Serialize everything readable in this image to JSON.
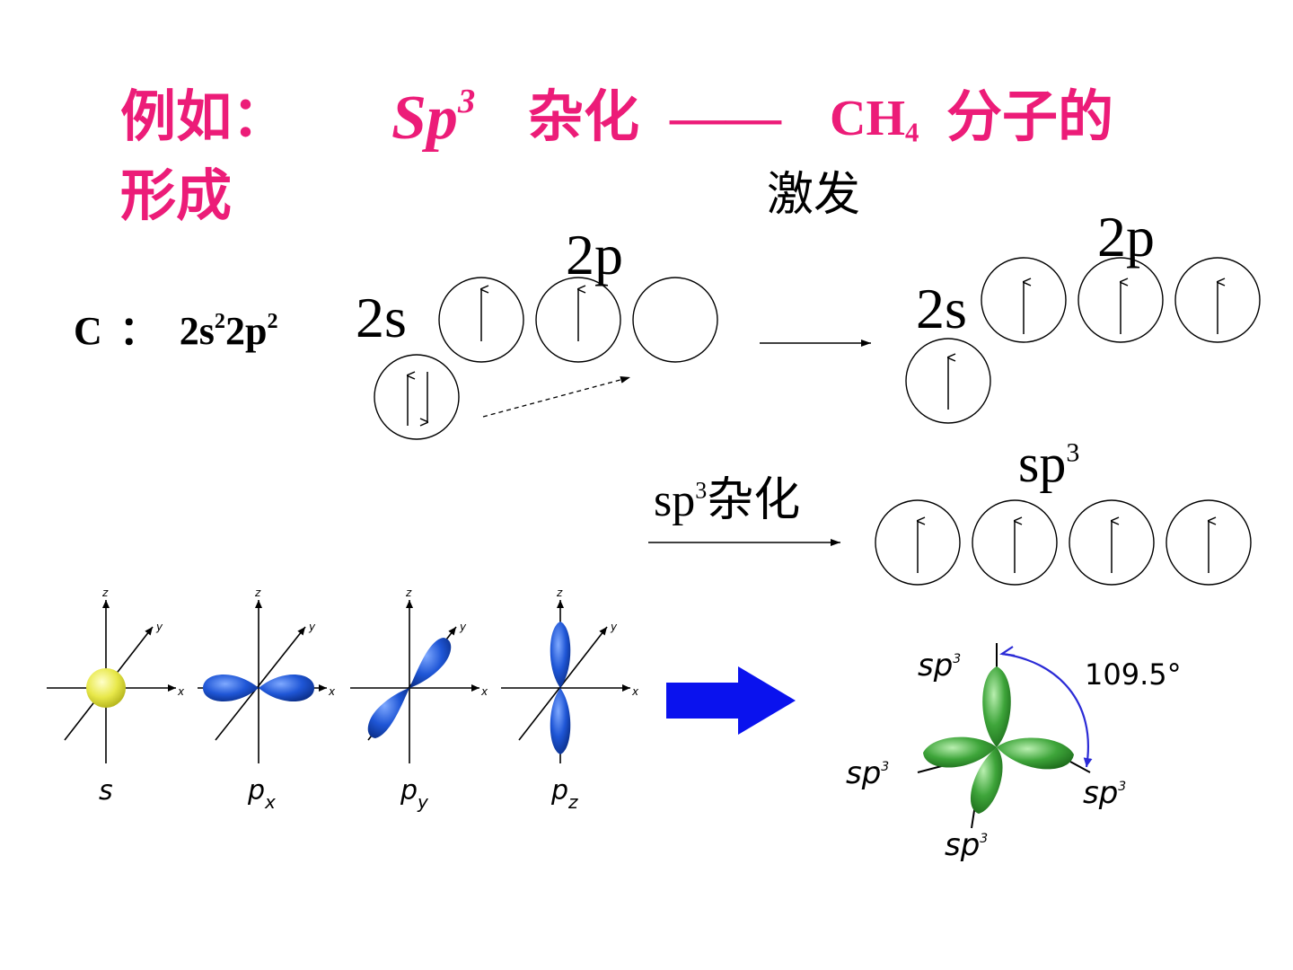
{
  "title": {
    "prefix": "例如：",
    "sp": "Sp",
    "sp_sup": "3",
    "hybrid": "杂化",
    "dash": "——",
    "ch": "CH",
    "ch_sub": "4",
    "suffix": "分子的",
    "line2": "形成"
  },
  "config": {
    "element": "C",
    "colon": "：",
    "s_part": "2s",
    "s_sup": "2",
    "p_part": "2p",
    "p_sup": "2"
  },
  "ground_state": {
    "s_label": "2s",
    "p_label": "2p"
  },
  "excited_state": {
    "arrow_label": "激发",
    "s_label": "2s",
    "p_label": "2p"
  },
  "hybridization": {
    "arrow_label_base": "sp",
    "arrow_label_sup": "3",
    "arrow_label_rest": "杂化",
    "orbital_label": "sp",
    "orbital_sup": "3"
  },
  "orbital_shapes": {
    "labels": [
      "s",
      "p",
      "p",
      "p"
    ],
    "subscripts": [
      "",
      "x",
      "y",
      "z"
    ],
    "axis_x": "x",
    "axis_y": "y",
    "axis_z": "z"
  },
  "tetrahedral": {
    "angle": "109.5°",
    "lobe_label": "sp",
    "lobe_sup": "3"
  },
  "colors": {
    "title": "#ec1c78",
    "s_orbital": "#e8e84a",
    "p_orbital": "#1f56d6",
    "hybrid": "#3ea53a",
    "arrow": "#0a12ee",
    "angle_arc": "#2b2bd6"
  }
}
